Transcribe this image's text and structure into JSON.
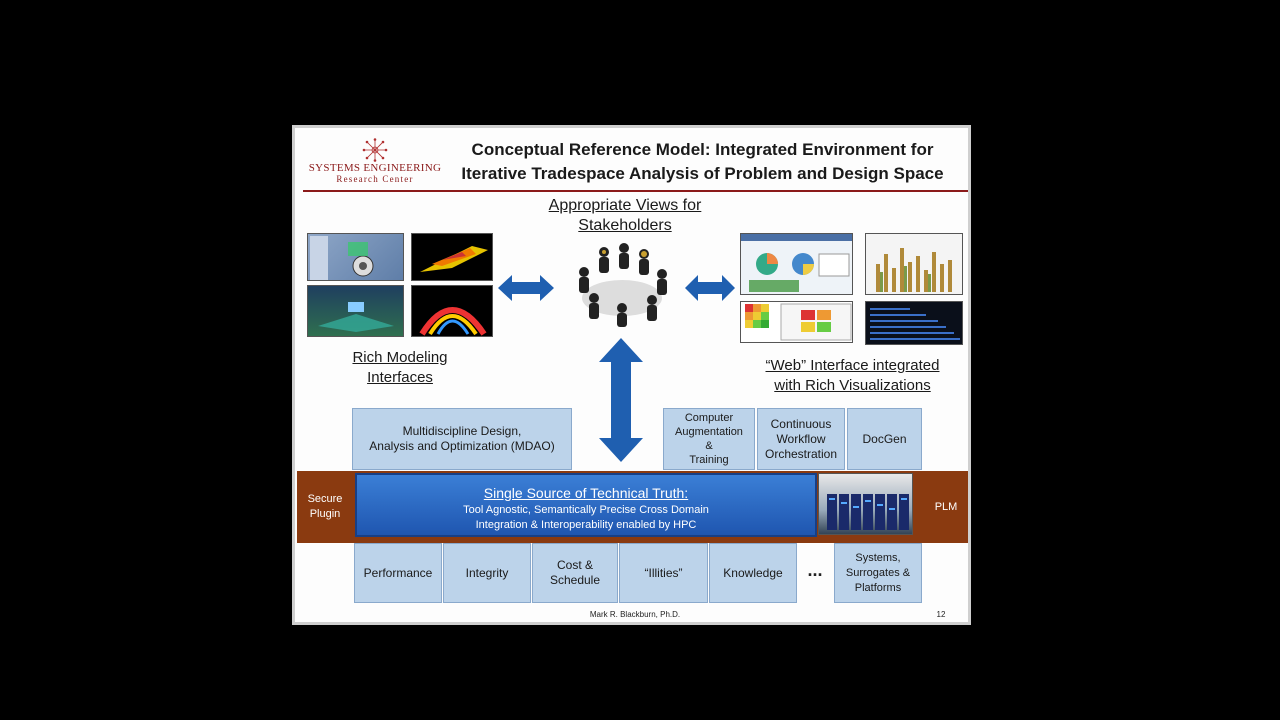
{
  "slide": {
    "logo": {
      "line1": "SYSTEMS ENGINEERING",
      "line2": "Research Center"
    },
    "title_line1": "Conceptual Reference Model: Integrated Environment for",
    "title_line2": "Iterative Tradespace Analysis of Problem and Design Space",
    "views_line1": "Appropriate Views for",
    "views_line2": "Stakeholders",
    "rich_line1": "Rich Modeling",
    "rich_line2": "Interfaces",
    "web_line1": "“Web” Interface integrated",
    "web_line2": "with Rich Visualizations",
    "mdao_line1": "Multidiscipline Design,",
    "mdao_line2": "Analysis and Optimization (MDAO)",
    "top_boxes": [
      {
        "line1": "Computer",
        "line2": "Augmentation",
        "line3": "&",
        "line4": "Training"
      },
      {
        "line1": "Continuous",
        "line2": "Workflow",
        "line3": "Orchestration"
      },
      {
        "line1": "DocGen"
      }
    ],
    "secure_line1": "Secure",
    "secure_line2": "Plugin",
    "plm": "PLM",
    "truth_title": "Single Source of Technical Truth:",
    "truth_line1": "Tool Agnostic, Semantically  Precise Cross Domain",
    "truth_line2": "Integration & Interoperability enabled by HPC",
    "bottom_boxes": [
      {
        "line1": "Performance"
      },
      {
        "line1": "Integrity"
      },
      {
        "line1": "Cost &",
        "line2": "Schedule"
      },
      {
        "line1": "“Illities”"
      },
      {
        "line1": "Knowledge"
      }
    ],
    "ellipsis": "...",
    "systems_line1": "Systems,",
    "systems_line2": "Surrogates  &",
    "systems_line3": "Platforms",
    "author": "Mark R. Blackburn, Ph.D.",
    "page_number": "12"
  },
  "colors": {
    "accent_red": "#8b1a1a",
    "box_blue": "#bcd3ea",
    "arrow_blue": "#1f5fb0",
    "brown": "#8a3a10"
  }
}
